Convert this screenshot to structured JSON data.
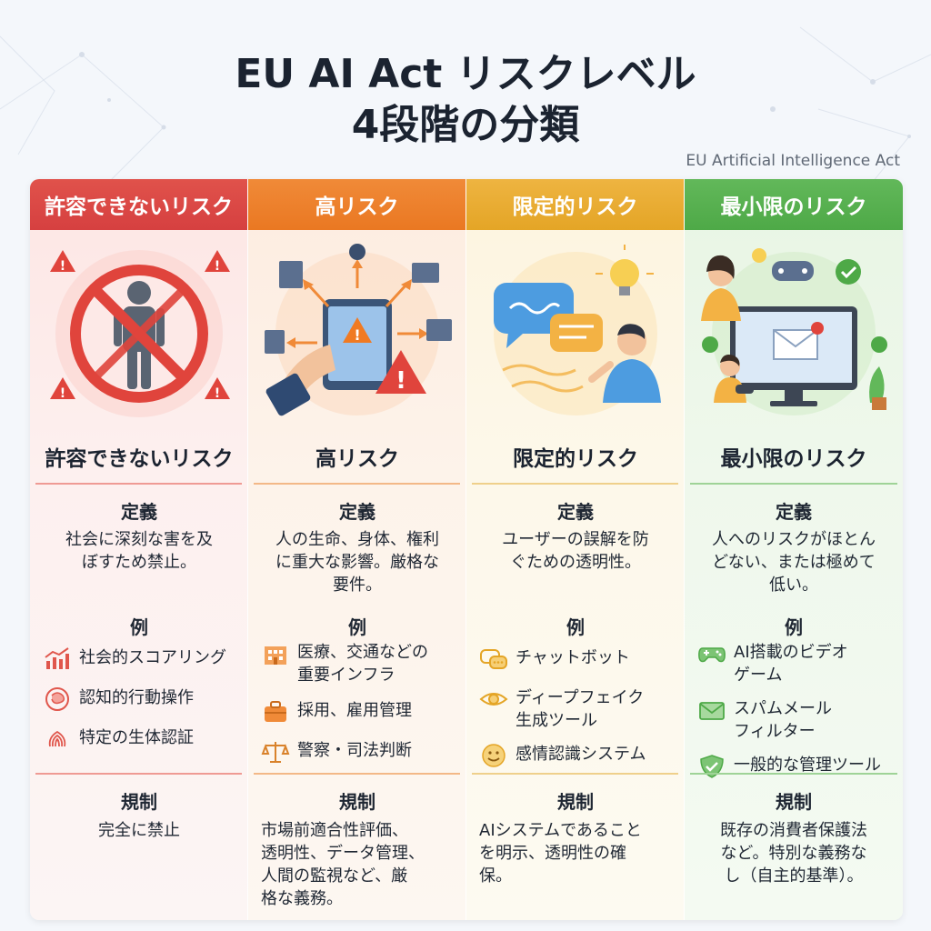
{
  "title_line1": "EU AI Act リスクレベル",
  "title_line2": "4段階の分類",
  "subtitle": "EU Artificial Intelligence Act",
  "colors": {
    "unacceptable": "#d64040",
    "high": "#ea7822",
    "limited": "#e4a526",
    "minimal": "#4ea947"
  },
  "levels": [
    {
      "header": "許容できないリスク",
      "name": "許容できないリスク",
      "definition_title": "定義",
      "definition": [
        "社会に深刻な害を及",
        "ぼすため禁止。"
      ],
      "examples_title": "例",
      "examples": [
        {
          "icon": "chart-icon",
          "lines": [
            "社会的スコアリング"
          ]
        },
        {
          "icon": "brain-icon",
          "lines": [
            "認知的行動操作"
          ]
        },
        {
          "icon": "fingerprint-icon",
          "lines": [
            "特定の生体認証"
          ]
        }
      ],
      "regulation_title": "規制",
      "regulation": [
        "完全に禁止"
      ]
    },
    {
      "header": "高リスク",
      "name": "高リスク",
      "definition_title": "定義",
      "definition": [
        "人の生命、身体、権利",
        "に重大な影響。厳格な",
        "要件。"
      ],
      "examples_title": "例",
      "examples": [
        {
          "icon": "building-icon",
          "lines": [
            "医療、交通などの",
            "重要インフラ"
          ]
        },
        {
          "icon": "briefcase-icon",
          "lines": [
            "採用、雇用管理"
          ]
        },
        {
          "icon": "scales-icon",
          "lines": [
            "警察・司法判断"
          ]
        }
      ],
      "regulation_title": "規制",
      "regulation": [
        "市場前適合性評価、",
        "透明性、データ管理、",
        "人間の監視など、厳",
        "格な義務。"
      ]
    },
    {
      "header": "限定的リスク",
      "name": "限定的リスク",
      "definition_title": "定義",
      "definition": [
        "ユーザーの誤解を防",
        "ぐための透明性。"
      ],
      "examples_title": "例",
      "examples": [
        {
          "icon": "chat-icon",
          "lines": [
            "チャットボット"
          ]
        },
        {
          "icon": "eye-icon",
          "lines": [
            "ディープフェイク",
            "生成ツール"
          ]
        },
        {
          "icon": "smile-icon",
          "lines": [
            "感情認識システム"
          ]
        }
      ],
      "regulation_title": "規制",
      "regulation": [
        "AIシステムであること",
        "を明示、透明性の確",
        "保。"
      ]
    },
    {
      "header": "最小限のリスク",
      "name": "最小限のリスク",
      "definition_title": "定義",
      "definition": [
        "人へのリスクがほとん",
        "どない、または極めて",
        "低い。"
      ],
      "examples_title": "例",
      "examples": [
        {
          "icon": "gamepad-icon",
          "lines": [
            "AI搭載のビデオ",
            "ゲーム"
          ]
        },
        {
          "icon": "mail-icon",
          "lines": [
            "スパムメール",
            "フィルター"
          ]
        },
        {
          "icon": "shield-check-icon",
          "lines": [
            "一般的な管理ツール"
          ]
        }
      ],
      "regulation_title": "規制",
      "regulation": [
        "既存の消費者保護法",
        "など。特別な義務な",
        "し（自主的基準）。"
      ]
    }
  ]
}
